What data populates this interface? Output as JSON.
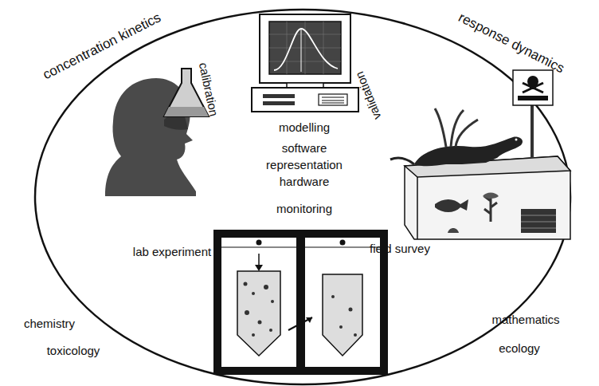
{
  "diagram": {
    "labels": [
      "concentration kinetics",
      "response dynamics",
      "modelling",
      "software",
      "representation",
      "hardware",
      "monitoring",
      "calibration",
      "validation",
      "lab experiment",
      "field survey",
      "chemistry",
      "toxicology",
      "mathematics",
      "ecology"
    ]
  }
}
